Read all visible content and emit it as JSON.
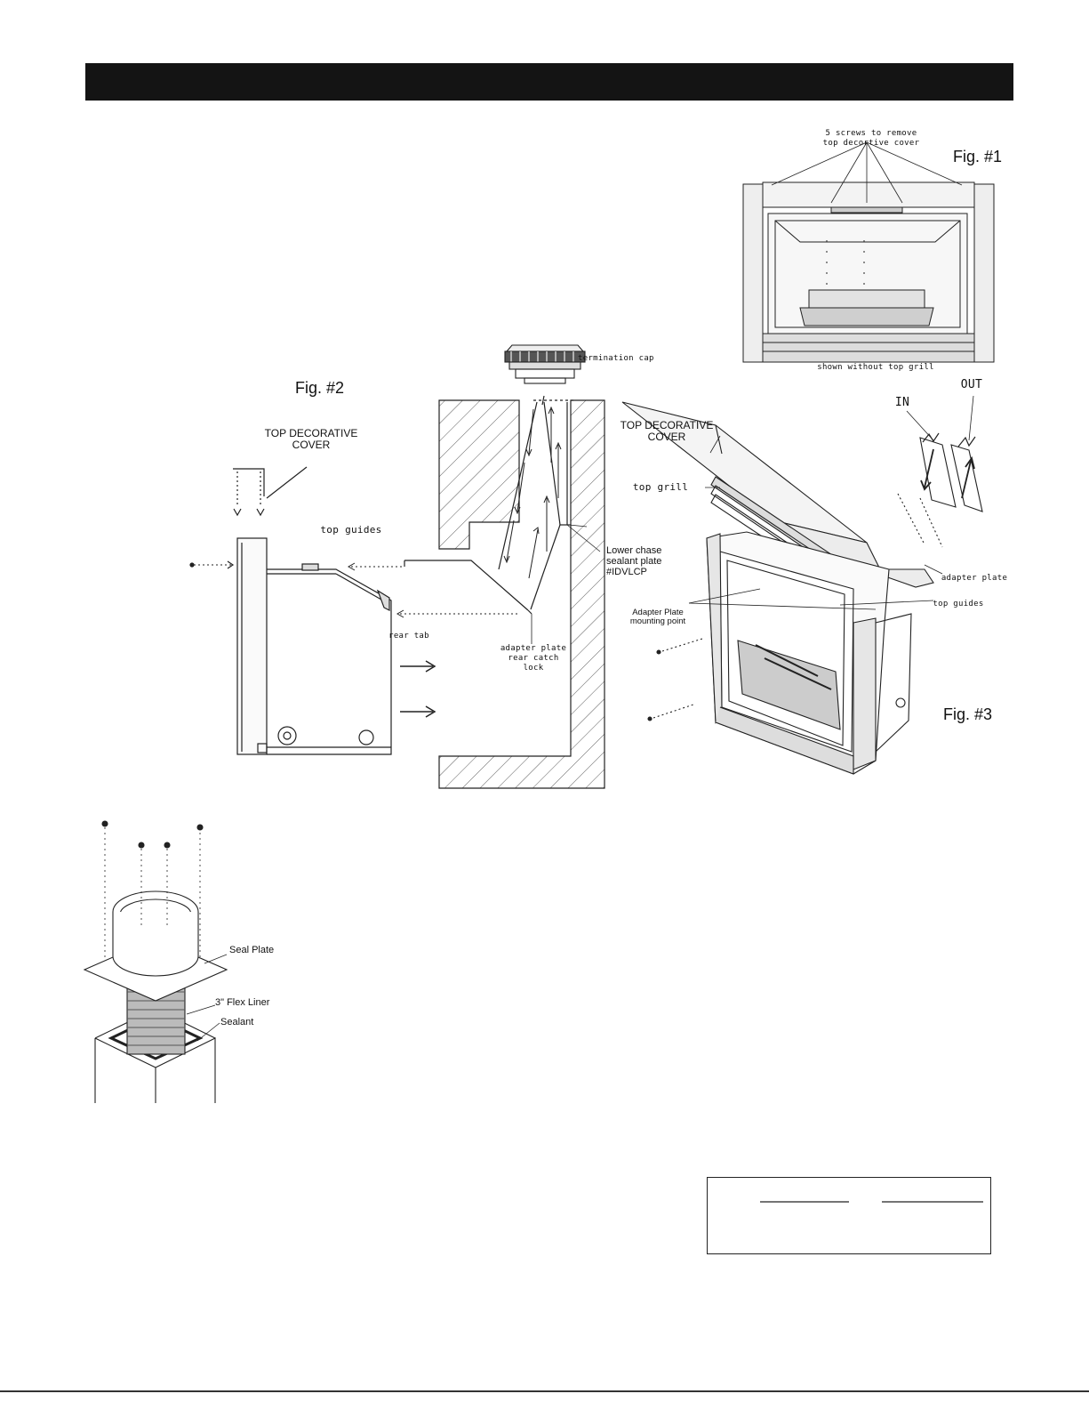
{
  "figures": {
    "fig1": {
      "label": "Fig. #1",
      "screws_note": "5 screws to remove\ntop decortive cover",
      "caption": "shown without top grill"
    },
    "fig2": {
      "label": "Fig. #2",
      "top_cover": "TOP DECORATIVE\nCOVER",
      "top_guides": "top guides",
      "rear_tab": "rear tab",
      "adapter_lock": "adapter plate\nrear catch\nlock",
      "termination_cap": "termination cap",
      "chase_plate": "Lower chase\nsealant plate\n#IDVLCP"
    },
    "fig3": {
      "label": "Fig. #3",
      "top_cover": "TOP DECORATIVE\nCOVER",
      "top_grill": "top grill",
      "in_label": "IN",
      "out_label": "OUT",
      "adapter_plate": "adapter plate",
      "top_guides": "top guides",
      "mounting_point": "Adapter Plate\nmounting point"
    },
    "seal": {
      "seal_plate": "Seal Plate",
      "flex_liner": "3\" Flex Liner",
      "sealant": "Sealant"
    }
  }
}
